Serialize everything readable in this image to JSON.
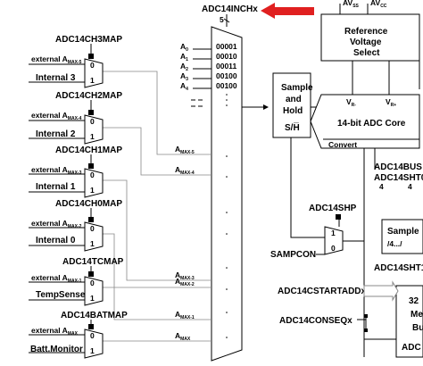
{
  "top_signal": "ADC14INCHx",
  "top_signal_width": "5",
  "top_right": {
    "av_ss": "AV",
    "av_ss_sub": "SS",
    "av_cc": "AV",
    "av_cc_sub": "CC"
  },
  "channel_codes": [
    {
      "a": "A",
      "sub": "0",
      "code": "00001"
    },
    {
      "a": "A",
      "sub": "1",
      "code": "00010"
    },
    {
      "a": "A",
      "sub": "2",
      "code": "00011"
    },
    {
      "a": "A",
      "sub": "3",
      "code": "00100"
    },
    {
      "a": "A",
      "sub": "4",
      "code": "00100"
    }
  ],
  "muxes": [
    {
      "map": "ADC14CH3MAP",
      "ext": "external A",
      "ext_sub": "MAX-5",
      "int": "Internal 3",
      "out": "A",
      "out_sub": "MAX-5"
    },
    {
      "map": "ADC14CH2MAP",
      "ext": "external A",
      "ext_sub": "MAX-4",
      "int": "Internal 2",
      "out": "A",
      "out_sub": "MAX-4"
    },
    {
      "map": "ADC14CH1MAP",
      "ext": "external A",
      "ext_sub": "MAX-3",
      "int": "Internal 1",
      "out": "A",
      "out_sub": "MAX-3"
    },
    {
      "map": "ADC14CH0MAP",
      "ext": "external A",
      "ext_sub": "MAX-2",
      "int": "Internal 0",
      "out": "A",
      "out_sub": "MAX-2"
    },
    {
      "map": "ADC14TCMAP",
      "ext": "external A",
      "ext_sub": "MAX-1",
      "int": "TempSense",
      "out": "A",
      "out_sub": "MAX-1"
    },
    {
      "map": "ADC14BATMAP",
      "ext": "external A",
      "ext_sub": "MAX",
      "int": "Batt.Monitor",
      "out": "A",
      "out_sub": "MAX"
    }
  ],
  "mux_input_0": "0",
  "mux_input_1": "1",
  "ref_box": [
    "Reference",
    "Voltage",
    "Select"
  ],
  "sample_hold": [
    "Sample",
    "and",
    "Hold"
  ],
  "sh_label": "S/H̅",
  "adc_core": "14-bit ADC Core",
  "vr_minus": "V",
  "vr_minus_sub": "R-",
  "vr_plus": "V",
  "vr_plus_sub": "R+",
  "convert": "Convert",
  "shp": "ADC14SHP",
  "sampcon": "SAMPCON",
  "mux2_0": "0",
  "mux2_1": "1",
  "cstartadd": "ADC14CSTARTADDx",
  "conseq": "ADC14CONSEQx",
  "right_side": {
    "busy": "ADC14BUS",
    "shto": "ADC14SHT0",
    "four_a": "4",
    "four_b": "4",
    "sample_box_1": "Sample",
    "sample_box_2": "/4.../",
    "sht1": "ADC14SHT1",
    "mem_1": "32",
    "mem_2": "Me",
    "mem_3": "Bu",
    "adc_sub": "ADC"
  },
  "colors": {
    "arrow": "#e02020",
    "wire": "#000000",
    "grey_wire": "#8a8a8a"
  }
}
